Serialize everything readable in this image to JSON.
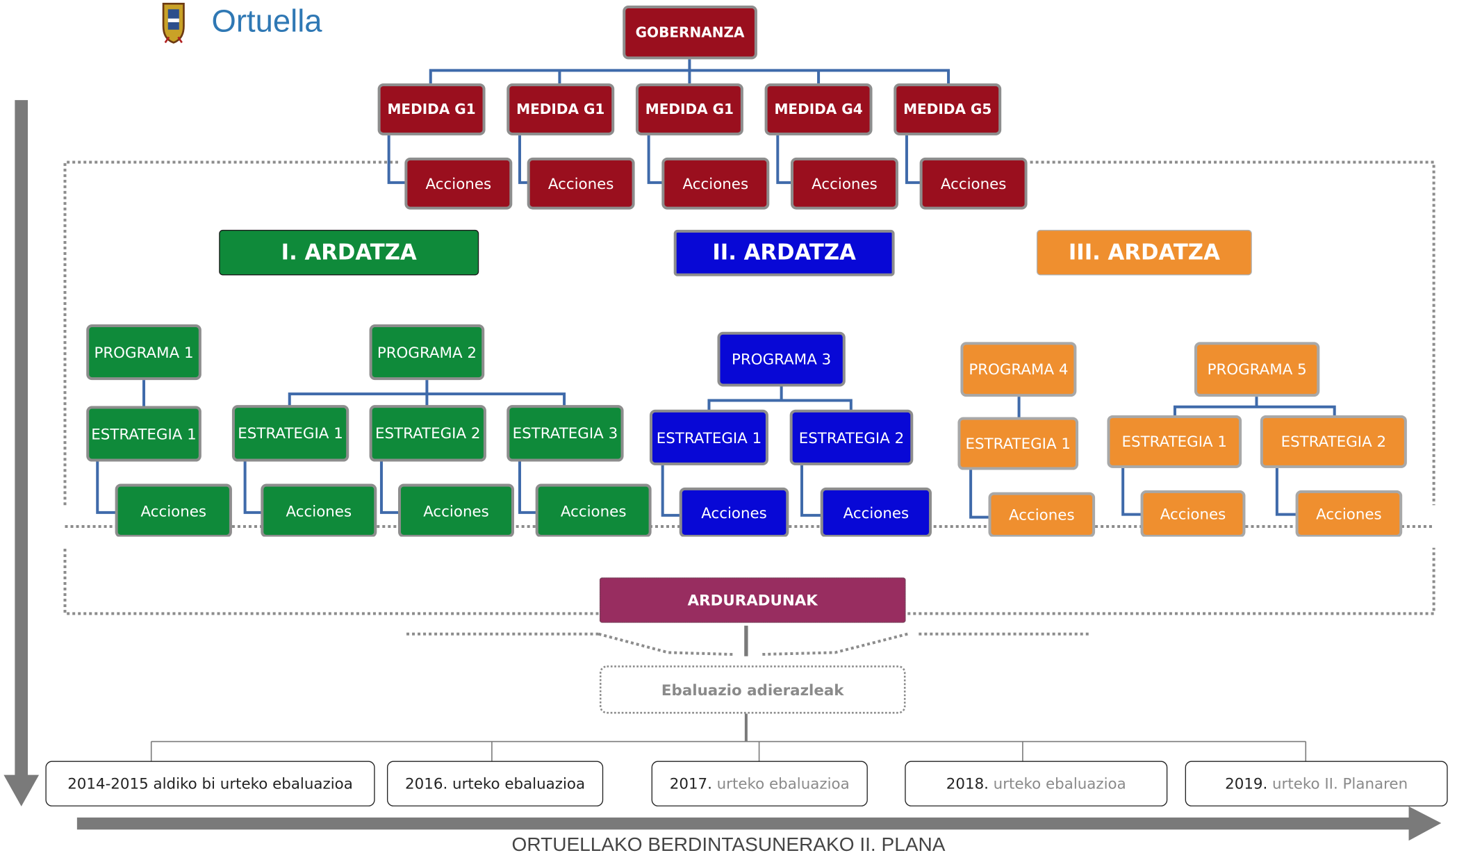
{
  "logo": {
    "text": "Ortuella"
  },
  "governance": {
    "title": "GOBERNANZA",
    "measures": [
      "MEDIDA G1",
      "MEDIDA G1",
      "MEDIDA G1",
      "MEDIDA  G4",
      "MEDIDA G5"
    ],
    "actions_label": "Acciones"
  },
  "axes": [
    {
      "title": "I. ARDATZA",
      "color": "#0f8a3a"
    },
    {
      "title": "II. ARDATZA",
      "color": "#0808d6"
    },
    {
      "title": "III. ARDATZA",
      "color": "#ef8f2f"
    }
  ],
  "programs": [
    "PROGRAMA 1",
    "PROGRAMA 2",
    "PROGRAMA 3",
    "PROGRAMA 4",
    "PROGRAMA 5"
  ],
  "strategies": {
    "p1": [
      "ESTRATEGIA 1"
    ],
    "p2": [
      "ESTRATEGIA 1",
      "ESTRATEGIA 2",
      "ESTRATEGIA 3"
    ],
    "p3": [
      "ESTRATEGIA 1",
      "ESTRATEGIA 2"
    ],
    "p4": [
      "ESTRATEGIA 1"
    ],
    "p5": [
      "ESTRATEGIA 1",
      "ESTRATEGIA 2"
    ]
  },
  "actions_label": "Acciones",
  "responsibles": "ARDURADUNAK",
  "indicators": "Ebaluazio adierazleak",
  "evaluations": [
    {
      "main": "2014-2015 aldiko bi urteko ebaluazioa",
      "sub": ""
    },
    {
      "main": "2016. urteko ebaluazioa",
      "sub": ""
    },
    {
      "main": "2017.",
      "sub": "urteko ebaluazioa"
    },
    {
      "main": "2018.",
      "sub": "urteko ebaluazioa"
    },
    {
      "main": "2019.",
      "sub": "urteko II. Planaren"
    }
  ],
  "footer": "ORTUELLAKO BERDINTASUNERAKO II. PLANA",
  "colors": {
    "connector": "#3f6aaa",
    "governance": "#9a0f1e",
    "responsibles": "#982d60",
    "arrow": "#7a7a7a"
  }
}
